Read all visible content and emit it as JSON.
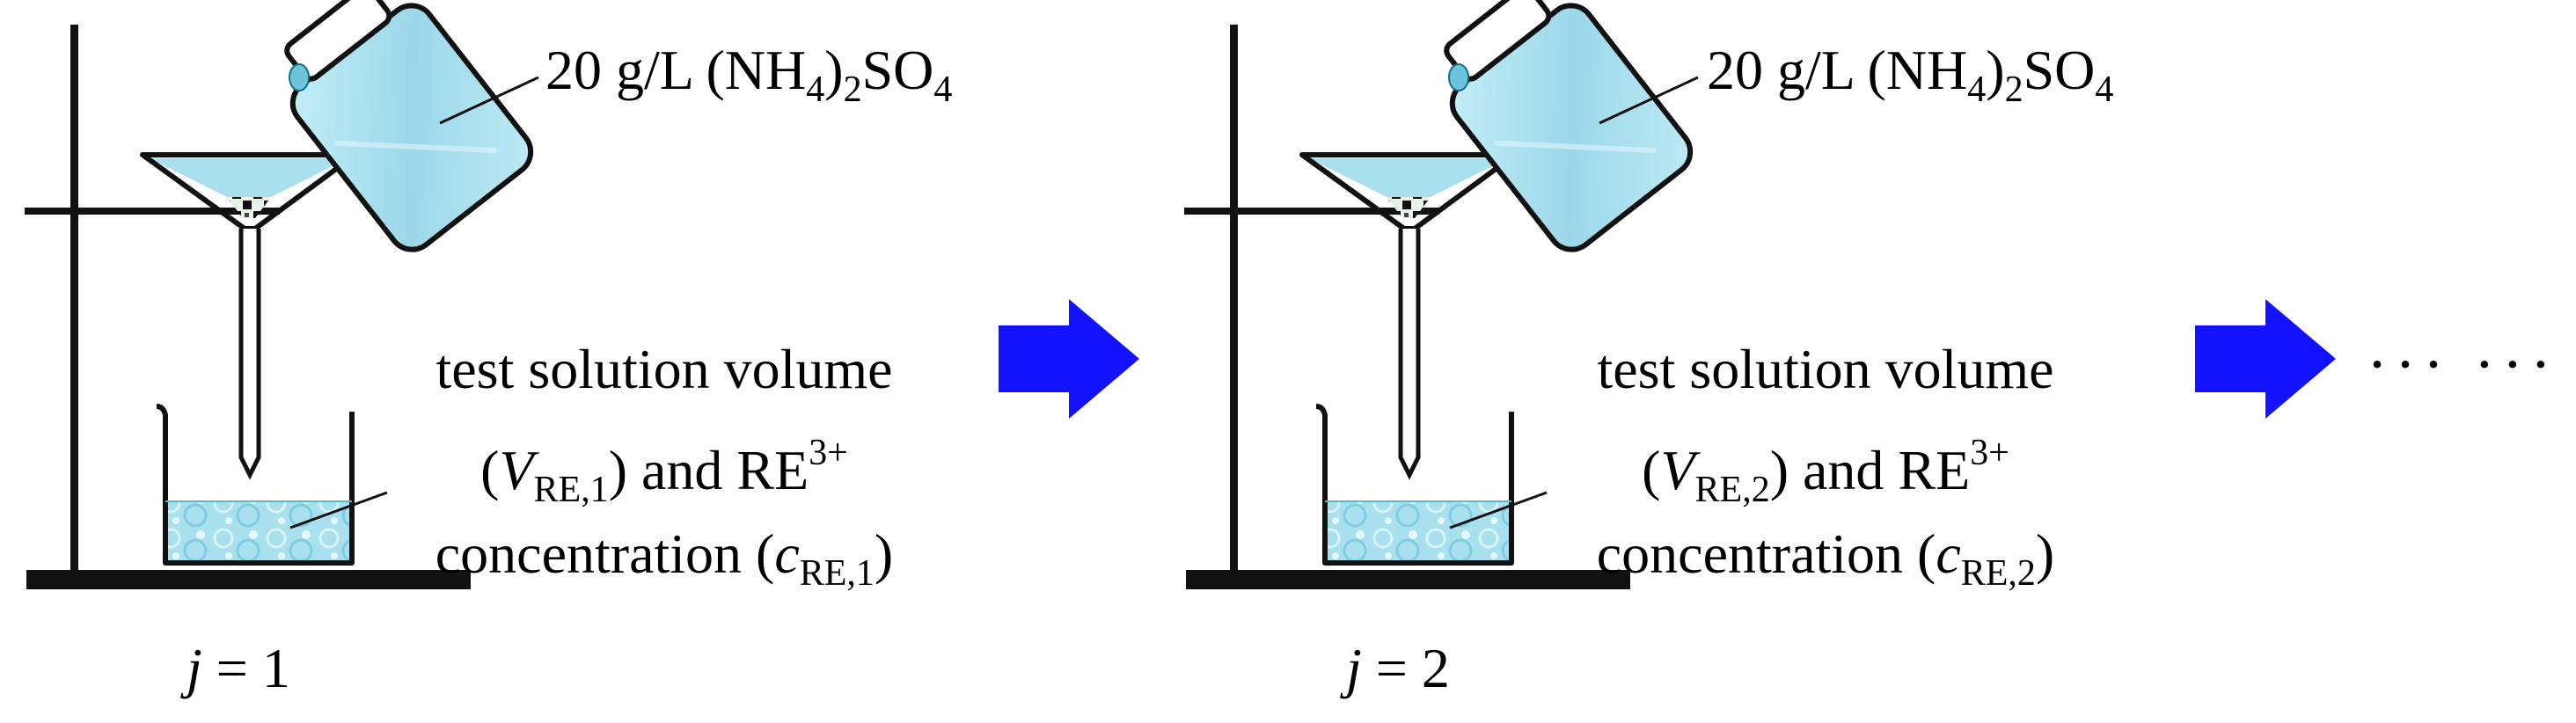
{
  "panels": [
    {
      "reagent": {
        "pre": "20 g/L (NH",
        "sub1": "4",
        "mid": ")",
        "sub2": "2",
        "post": "SO",
        "sub3": "4"
      },
      "line1": "test solution volume",
      "line2": {
        "open": "(",
        "var": "V",
        "sub": "RE,1",
        "close": ")",
        "and": " and RE",
        "sup": "3+"
      },
      "line3": {
        "pre": "concentration (",
        "var": "c",
        "sub": "RE,1",
        "close": ")"
      },
      "index": {
        "var": "j",
        "rest": " = 1"
      }
    },
    {
      "reagent": {
        "pre": "20 g/L (NH",
        "sub1": "4",
        "mid": ")",
        "sub2": "2",
        "post": "SO",
        "sub3": "4"
      },
      "line1": "test solution volume",
      "line2": {
        "open": "(",
        "var": "V",
        "sub": "RE,2",
        "close": ")",
        "and": " and RE",
        "sup": "3+"
      },
      "line3": {
        "pre": "concentration (",
        "var": "c",
        "sub": "RE,2",
        "close": ")"
      },
      "index": {
        "var": "j",
        "rest": " = 2"
      }
    }
  ],
  "continuation": "··· ···",
  "colors": {
    "liquid": "#a8e0ee",
    "liquid_dark": "#6cc4dc",
    "arrow": "#1212ff",
    "packing": "#111111"
  },
  "icons": [
    "retort-stand-icon",
    "funnel-icon",
    "beaker-icon",
    "reagent-bottle-icon",
    "arrow-right-icon"
  ]
}
